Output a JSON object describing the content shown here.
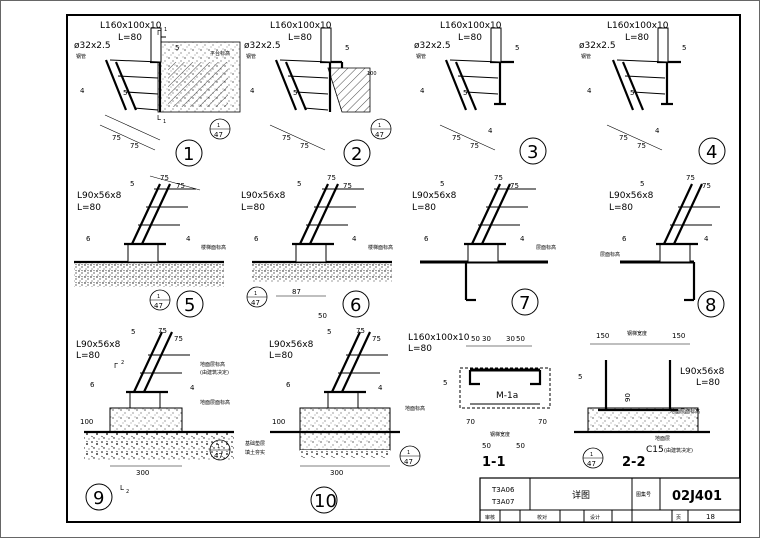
{
  "details": [
    {
      "number": "1",
      "angle_label": "L160x100x10",
      "length_label": "L=80",
      "pipe_label": "ø32x2.5",
      "pipe_note": "钢管",
      "weld_labels": [
        "5",
        "4",
        "5"
      ],
      "dims": [
        "75",
        "75"
      ],
      "ref_top": "1",
      "ref_bottom": "47",
      "sub_label": "1",
      "note": "平台标高",
      "rebar_mark": "1"
    },
    {
      "number": "2",
      "angle_label": "L160x100x10",
      "length_label": "L=80",
      "pipe_label": "ø32x2.5",
      "pipe_note": "钢管",
      "weld_labels": [
        "5",
        "4",
        "5"
      ],
      "dims": [
        "75",
        "75"
      ],
      "ref_top": "1",
      "ref_bottom": "47",
      "small_dim": "100"
    },
    {
      "number": "3",
      "angle_label": "L160x100x10",
      "length_label": "L=80",
      "pipe_label": "ø32x2.5",
      "pipe_note": "钢管",
      "weld_labels": [
        "5",
        "4",
        "5"
      ],
      "dims": [
        "75",
        "75"
      ],
      "weld_extra": "4"
    },
    {
      "number": "4",
      "angle_label": "L160x100x10",
      "length_label": "L=80",
      "pipe_label": "ø32x2.5",
      "pipe_note": "钢管",
      "weld_labels": [
        "5",
        "4",
        "5"
      ],
      "dims": [
        "75",
        "75"
      ],
      "weld_extra": "4"
    },
    {
      "number": "5",
      "angle_label": "L90x56x8",
      "length_label": "L=80",
      "weld_labels": [
        "5",
        "6",
        "4"
      ],
      "dims": [
        "75",
        "75"
      ],
      "ref_top": "1",
      "ref_bottom": "47",
      "note": "楼梯面标高"
    },
    {
      "number": "6",
      "angle_label": "L90x56x8",
      "length_label": "L=80",
      "weld_labels": [
        "5",
        "6",
        "4"
      ],
      "dims": [
        "75",
        "75"
      ],
      "ref_top": "1",
      "ref_bottom": "47",
      "note": "楼梯面标高",
      "dim_a": "87",
      "dim_b": "50"
    },
    {
      "number": "7",
      "angle_label": "L90x56x8",
      "length_label": "L=80",
      "weld_labels": [
        "5",
        "6",
        "4"
      ],
      "dims": [
        "75",
        "75"
      ],
      "note": "层面标高"
    },
    {
      "number": "8",
      "angle_label": "L90x56x8",
      "length_label": "L=80",
      "weld_labels": [
        "5",
        "6",
        "4"
      ],
      "dims": [
        "75",
        "75"
      ],
      "note": "层面标高"
    },
    {
      "number": "9",
      "angle_label": "L90x56x8",
      "length_label": "L=80",
      "weld_labels": [
        "5",
        "6",
        "4"
      ],
      "dims": [
        "75",
        "75"
      ],
      "ref_top": "1",
      "ref_bottom": "47",
      "note_top": "地面层标高",
      "note_top2": "(由建筑决定)",
      "note_mid": "地面层面标高",
      "dim_base": "300",
      "dim_h": "100",
      "sub_label": "2",
      "rebar_mark": "2"
    },
    {
      "number": "10",
      "angle_label": "L90x56x8",
      "length_label": "L=80",
      "weld_labels": [
        "5",
        "6",
        "4"
      ],
      "dims": [
        "75",
        "75"
      ],
      "ref_top": "1",
      "ref_bottom": "47",
      "note": "地面标高",
      "note_bottom": "基础垫层",
      "note_bottom2": "填土夯实",
      "dim_base": "300",
      "dim_h": "100"
    }
  ],
  "section_1_1": {
    "title": "1-1",
    "angle_label": "L160x100x10",
    "length_label": "L=80",
    "dims_left": [
      "50",
      "30"
    ],
    "dims_right": [
      "30",
      "50"
    ],
    "plate_label": "M-1a",
    "weld": "5",
    "width_label": "钢梯宽度",
    "side_dims": [
      "70",
      "70"
    ],
    "bottom_dims": [
      "50",
      "50"
    ]
  },
  "section_2_2": {
    "title": "2-2",
    "top_dims": [
      "150",
      "150"
    ],
    "width_label": "钢梯宽度",
    "angle_label": "L90x56x8",
    "length_label": "L=80",
    "weld": "5",
    "dim_v": "90",
    "note_a": "地面层面标高",
    "note_b": "地面层",
    "concrete_label": "C15",
    "concrete_note": "(由建筑决定)",
    "ref_top": "1",
    "ref_bottom": "47"
  },
  "title_block": {
    "codes": [
      "T3A06",
      "T3A07"
    ],
    "title": "详图",
    "atlas_label": "图集号",
    "atlas_code": "02J401",
    "row_labels": [
      "审核",
      "校对",
      "设计",
      "页"
    ],
    "page": "18"
  }
}
